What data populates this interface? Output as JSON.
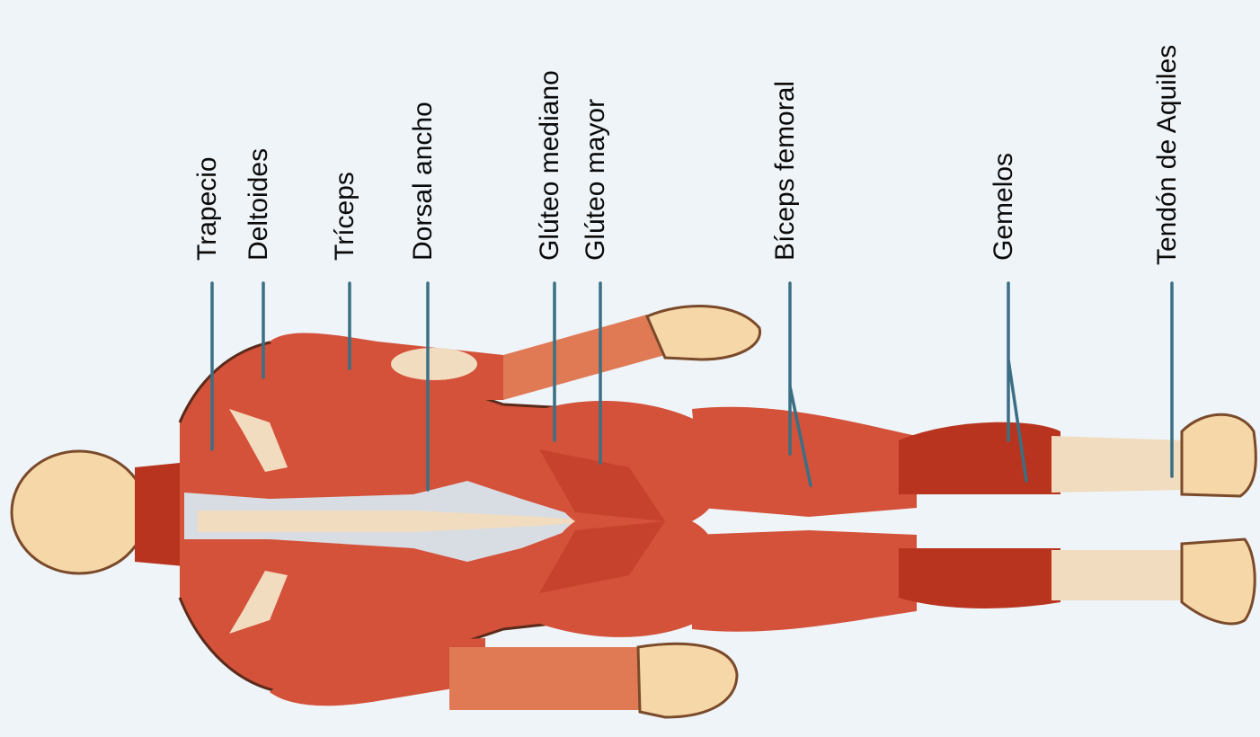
{
  "diagram": {
    "labels": [
      {
        "id": "trapecio",
        "text": "Trapecio"
      },
      {
        "id": "deltoides",
        "text": "Deltoides"
      },
      {
        "id": "triceps",
        "text": "Tríceps"
      },
      {
        "id": "dorsal-ancho",
        "text": "Dorsal ancho"
      },
      {
        "id": "gluteo-mediano",
        "text": "Glúteo  mediano"
      },
      {
        "id": "gluteo-mayor",
        "text": "Glúteo  mayor"
      },
      {
        "id": "biceps-femoral",
        "text": "Bíceps femoral"
      },
      {
        "id": "gemelos",
        "text": "Gemelos"
      },
      {
        "id": "tendon-aquiles",
        "text": "Tendón de Aquiles"
      }
    ],
    "colors": {
      "background": "#eef4f8",
      "muscle": "#d4513a",
      "skin": "#f5d7a8",
      "leader": "#3b6f84"
    }
  }
}
